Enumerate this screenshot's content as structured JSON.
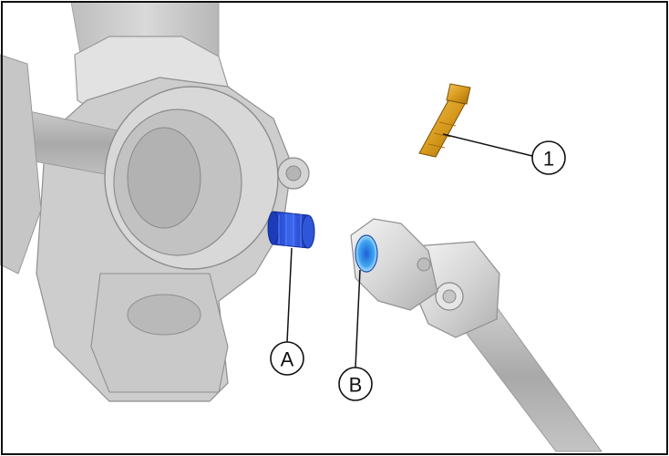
{
  "callouts": [
    {
      "id": "bolt",
      "label": "1"
    },
    {
      "id": "a",
      "label": "A"
    },
    {
      "id": "b",
      "label": "B"
    }
  ],
  "colors": {
    "housing": "#cfcfcf",
    "housing_dark": "#9e9e9e",
    "spline_blue": "#2f56d8",
    "bore_blue": "#3fa6f0",
    "bolt_gold": "#d79a1c",
    "border": "#111111"
  }
}
